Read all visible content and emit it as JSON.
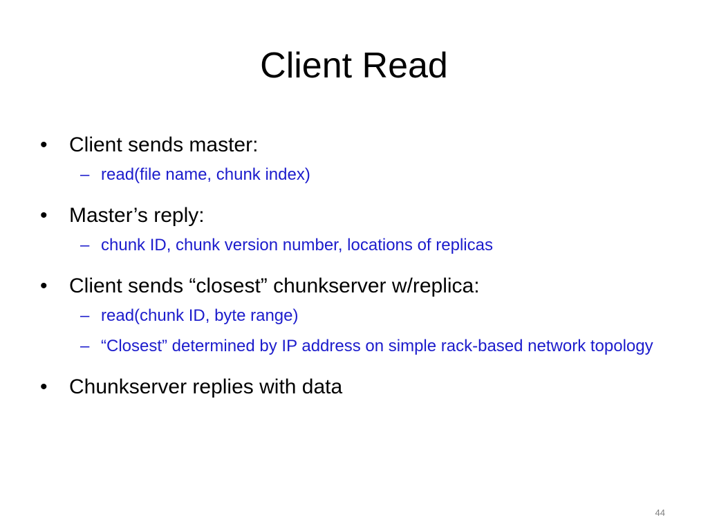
{
  "slide": {
    "title": "Client Read",
    "page_number": "44",
    "bullets": [
      {
        "text": "Client sends master:",
        "marker": "•",
        "subitems": [
          {
            "text": "read(file name, chunk index)",
            "marker": "–"
          }
        ]
      },
      {
        "text": "Master’s reply:",
        "marker": "•",
        "subitems": [
          {
            "text": "chunk ID, chunk version number, locations of replicas",
            "marker": "–"
          }
        ]
      },
      {
        "text": "Client sends “closest” chunkserver w/replica:",
        "marker": "•",
        "subitems": [
          {
            "text": "read(chunk ID, byte range)",
            "marker": "–"
          },
          {
            "text": "“Closest” determined by IP address on simple rack-based network topology",
            "marker": "–"
          }
        ]
      },
      {
        "text": "Chunkserver replies with data",
        "marker": "•",
        "subitems": []
      }
    ]
  },
  "colors": {
    "text": "#000000",
    "subitem_text": "#1c1ccc",
    "page_number": "#7f7f7f",
    "background": "#ffffff"
  }
}
